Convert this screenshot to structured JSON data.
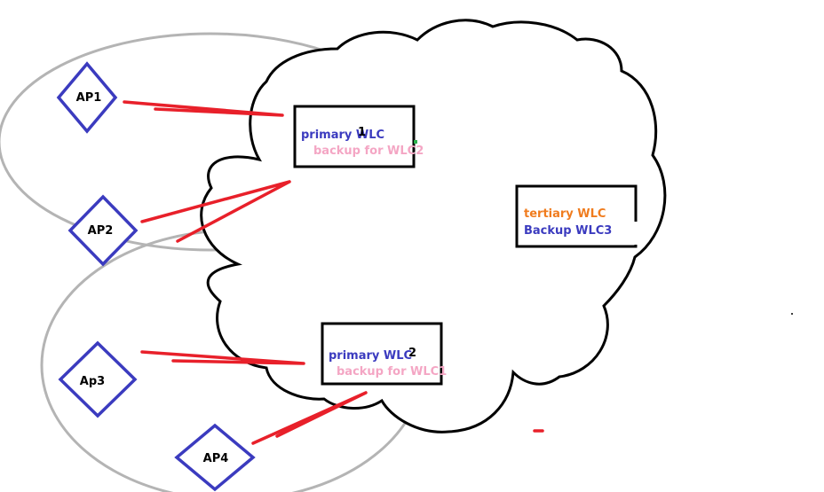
{
  "access_points": [
    {
      "label": "AP1"
    },
    {
      "label": "AP2"
    },
    {
      "label": "Ap3"
    },
    {
      "label": "AP4"
    }
  ],
  "controllers": {
    "wlc1": {
      "role": "primary WLC",
      "index": "1",
      "backup": "backup for WLC2"
    },
    "wlc2": {
      "role": "primary WLC",
      "index": "2",
      "backup": "backup for WLC1"
    },
    "wlc3": {
      "role": "tertiary WLC",
      "backup": "Backup WLC3"
    }
  },
  "colors": {
    "ap_outline": "#3b3bbf",
    "link": "#e8202a",
    "zone": "#b4b4b4",
    "cloud": "#000000",
    "primary_text": "#3b3bbf",
    "backup_text": "#f4a6c4",
    "tertiary_text": "#f07c1e",
    "index_text": "#000000"
  }
}
